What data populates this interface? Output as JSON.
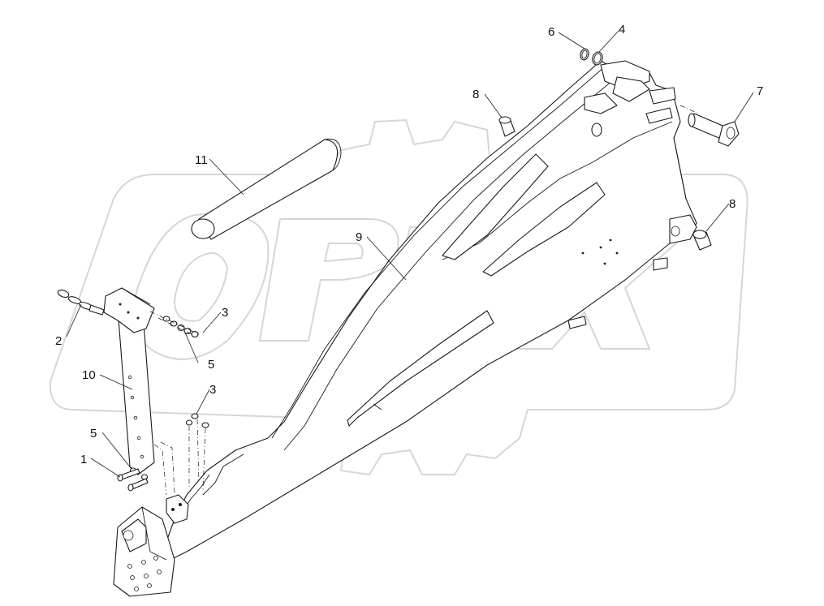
{
  "watermark": {
    "text": "OPEX",
    "color": "#d6d6d6"
  },
  "corner_mark": "",
  "callouts": [
    {
      "id": "c1",
      "label": "1"
    },
    {
      "id": "c2",
      "label": "2"
    },
    {
      "id": "c3a",
      "label": "3"
    },
    {
      "id": "c3b",
      "label": "3"
    },
    {
      "id": "c4",
      "label": "4"
    },
    {
      "id": "c5a",
      "label": "5"
    },
    {
      "id": "c5b",
      "label": "5"
    },
    {
      "id": "c6",
      "label": "6"
    },
    {
      "id": "c7",
      "label": "7"
    },
    {
      "id": "c8a",
      "label": "8"
    },
    {
      "id": "c8b",
      "label": "8"
    },
    {
      "id": "c9",
      "label": "9"
    },
    {
      "id": "c10",
      "label": "10"
    },
    {
      "id": "c11",
      "label": "11"
    }
  ],
  "line_color": "#1a1a1a"
}
